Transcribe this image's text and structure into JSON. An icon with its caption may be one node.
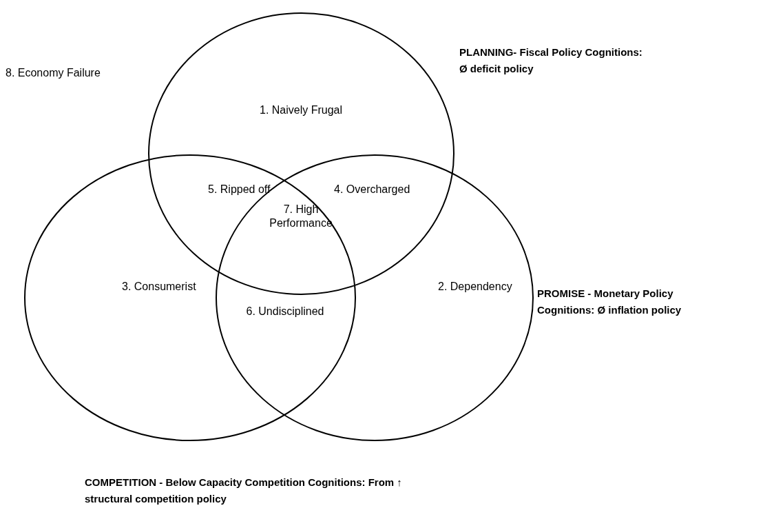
{
  "diagram": {
    "nodes": [
      {
        "text": [
          "PLANNING- Fiscal Policy Cognitions: Ø deficit policy"
        ]
      },
      {
        "text": [
          "PROMISE - Monetary Policy Cognitions: Ø inflation policy"
        ]
      },
      {
        "text": [
          "COMPETITION - Below Capacity Competition Cognitions: From ↑ structural competition policy"
        ]
      }
    ],
    "edges": [],
    "labels": [
      "8. Economy Failure",
      "1. Naively Frugal",
      "5. Ripped off",
      "4. Overcharged",
      "7. High Performance",
      "3. Consumerist",
      "2. Dependency",
      "6. Undisciplined"
    ]
  }
}
